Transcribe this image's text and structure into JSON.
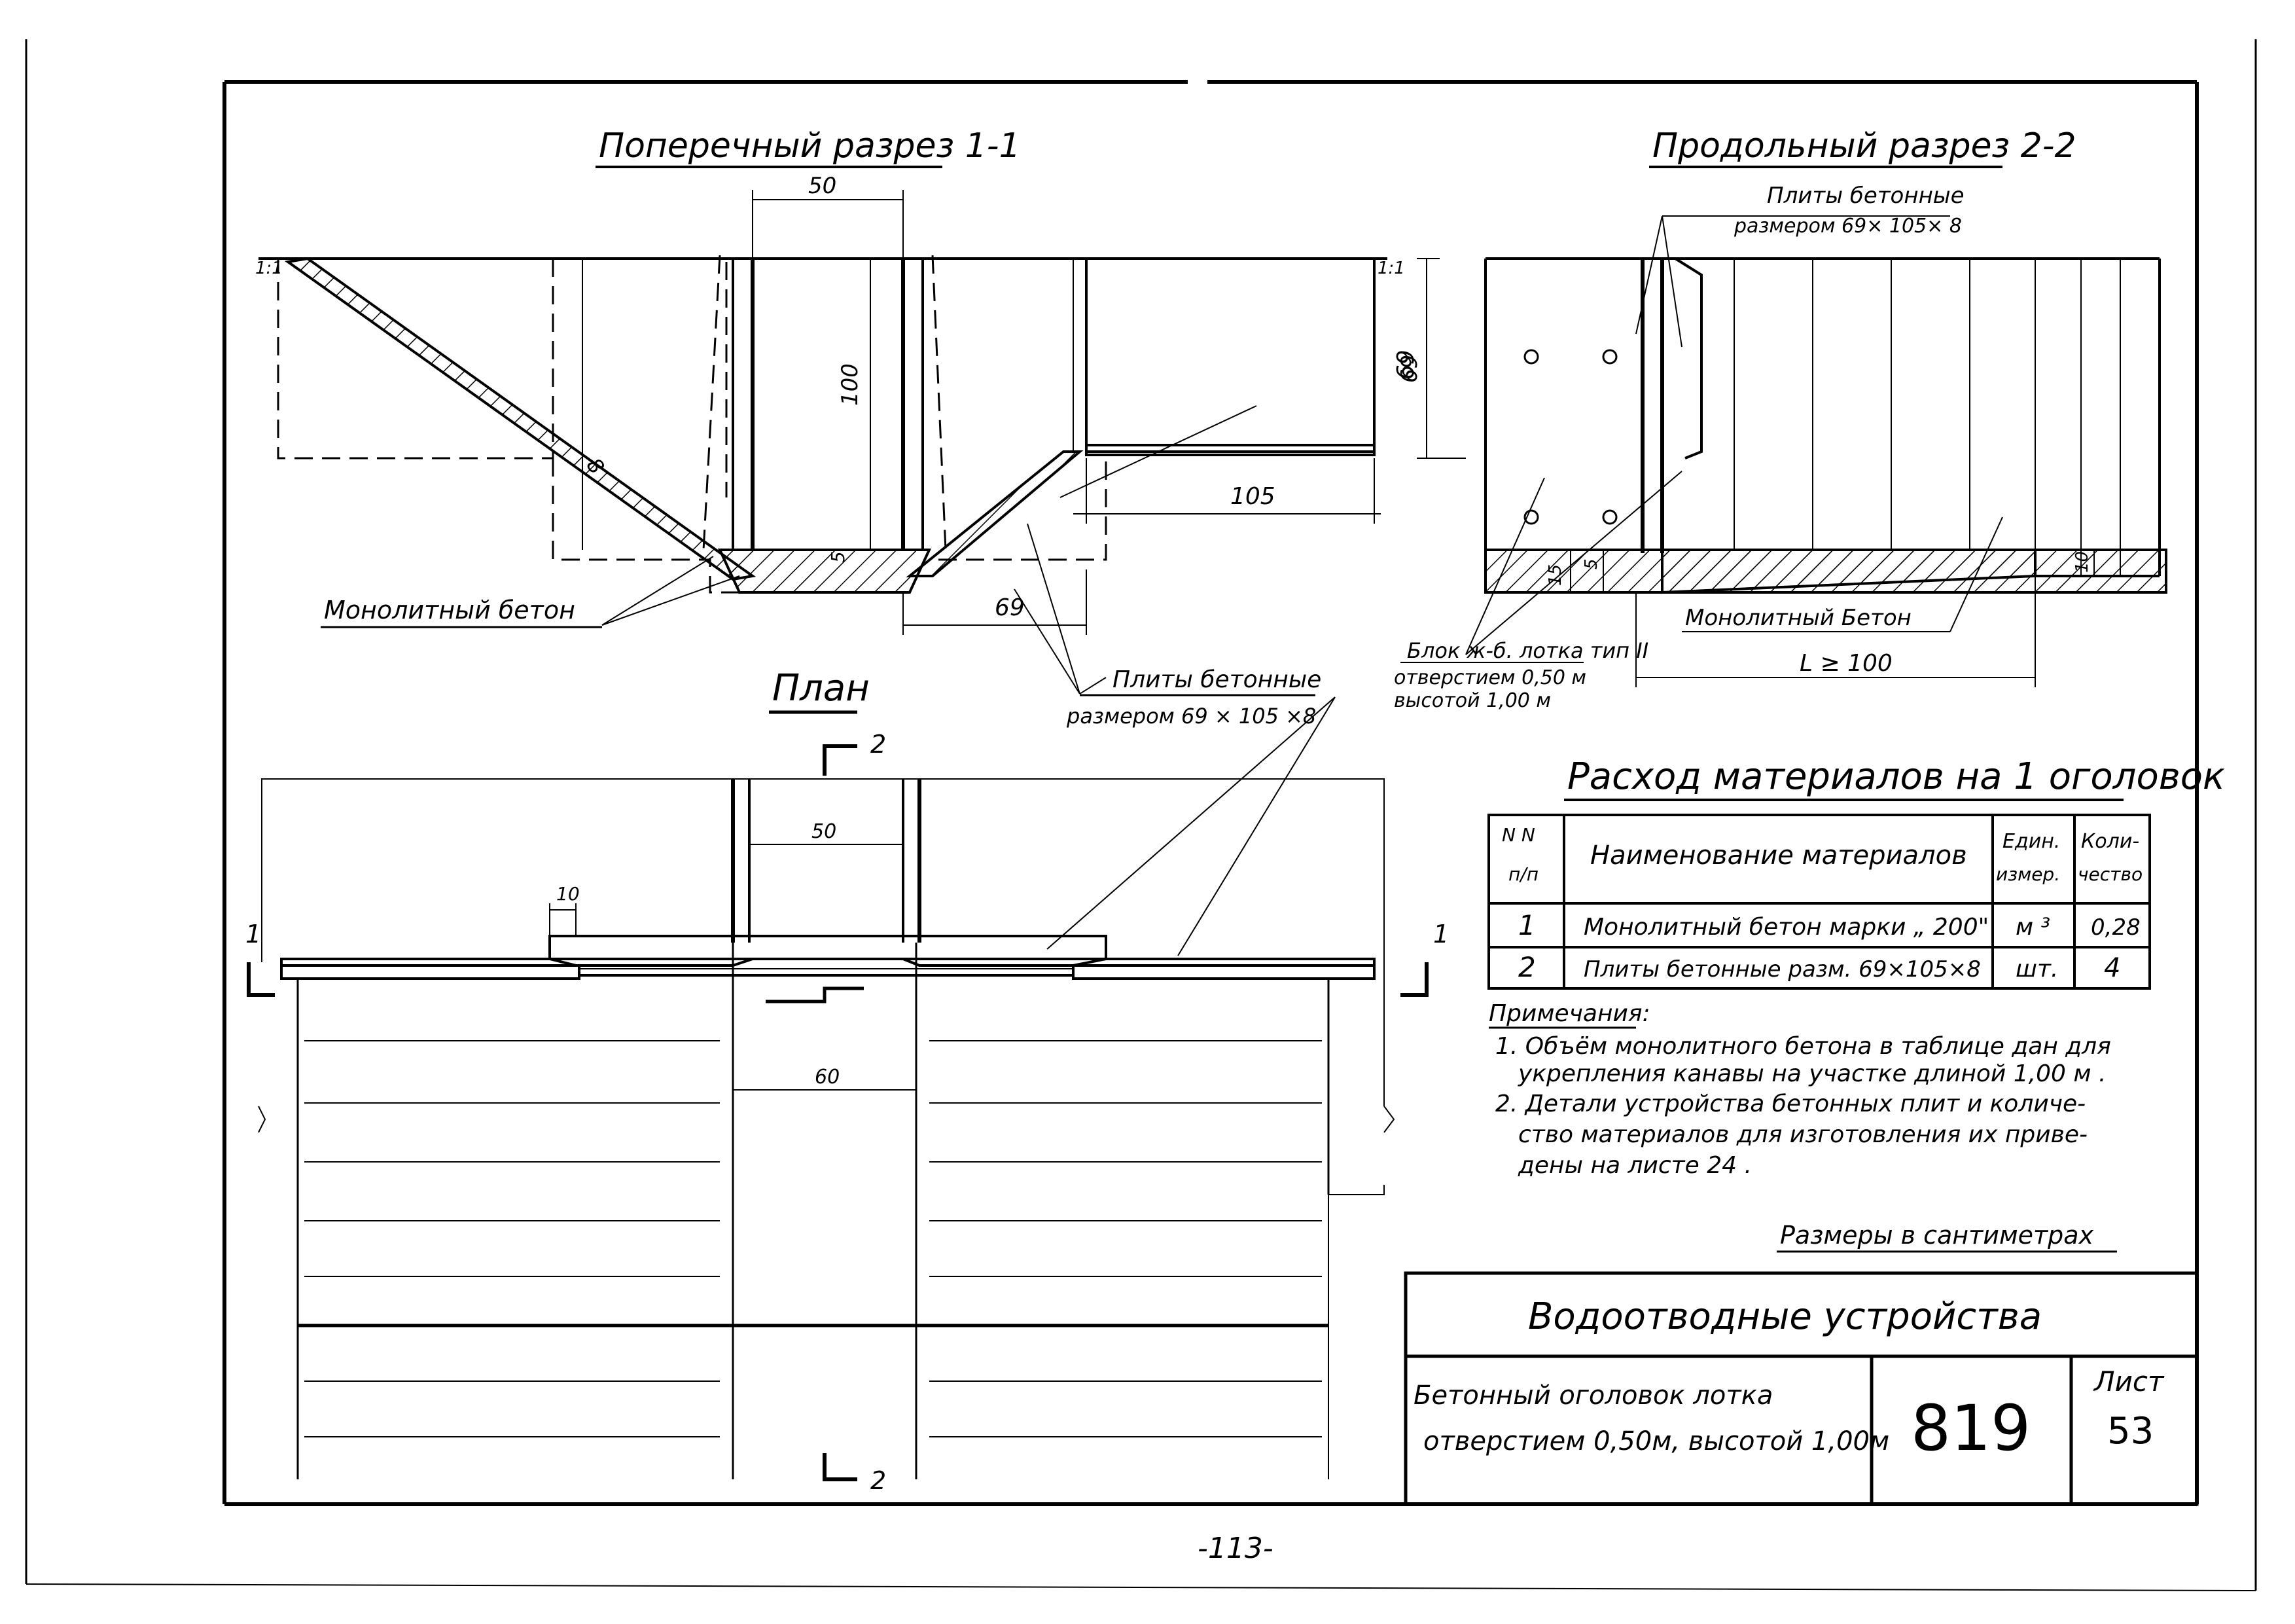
{
  "sections": {
    "cross_title": "Поперечный разрез 1-1",
    "long_title": "Продольный разрез 2-2",
    "plan_title": "План"
  },
  "labels": {
    "plates_top_1": "Плиты бетонные",
    "plates_top_2": "размером 69× 105× 8",
    "plates_mid_1": "Плиты бетонные",
    "plates_mid_2": "размером 69 × 105 ×8",
    "mono_left": "Монолитный бетон",
    "mono_right": "Монолитный Бетон",
    "block_1": "Блок ж-б. лотка тип II",
    "block_2": "отверстием 0,50 м",
    "block_3": "высотой 1,00 м",
    "length": "L ≥ 100"
  },
  "dims": {
    "d50_top": "50",
    "d100": "100",
    "d8": "8",
    "d5": "5",
    "d69_left": "69",
    "d105": "105",
    "d69_long": "69",
    "d15": "15",
    "d5_long": "5",
    "d10_long": "10",
    "d10_plan": "10",
    "d50_plan": "50",
    "d60_plan": "60",
    "cut_1": "1",
    "cut_2": "2",
    "slope": "1:1",
    "slope_r": "1:1"
  },
  "table": {
    "title": "Расход материалов на 1 оголовок",
    "head_no_1": "N N",
    "head_no_2": "п/п",
    "head_name": "Наименование материалов",
    "head_unit_1": "Един.",
    "head_unit_2": "измер.",
    "head_qty_1": "Коли-",
    "head_qty_2": "чество",
    "rows": [
      {
        "no": "1",
        "name": "Монолитный бетон марки „ 200\"",
        "unit": "м ³",
        "qty": "0,28"
      },
      {
        "no": "2",
        "name": "Плиты бетонные разм. 69×105×8",
        "unit": "шт.",
        "qty": "4"
      }
    ]
  },
  "notes": {
    "title": "Примечания:",
    "lines": [
      "1. Объём монолитного бетона в таблице дан для",
      "укрепления канавы на участке длиной 1,00 м .",
      "2. Детали устройства бетонных плит и количе-",
      "ство материалов для изготовления их приве-",
      "дены на листе 24 ."
    ]
  },
  "units_note": "Размеры в сантиметрах",
  "stamp": {
    "title": "Водоотводные устройства",
    "desc_1": "Бетонный оголовок лотка",
    "desc_2": "отверстием 0,50м, высотой 1,00м",
    "number": "819",
    "sheet_label": "Лист",
    "sheet": "53"
  },
  "page_number": "-113-"
}
